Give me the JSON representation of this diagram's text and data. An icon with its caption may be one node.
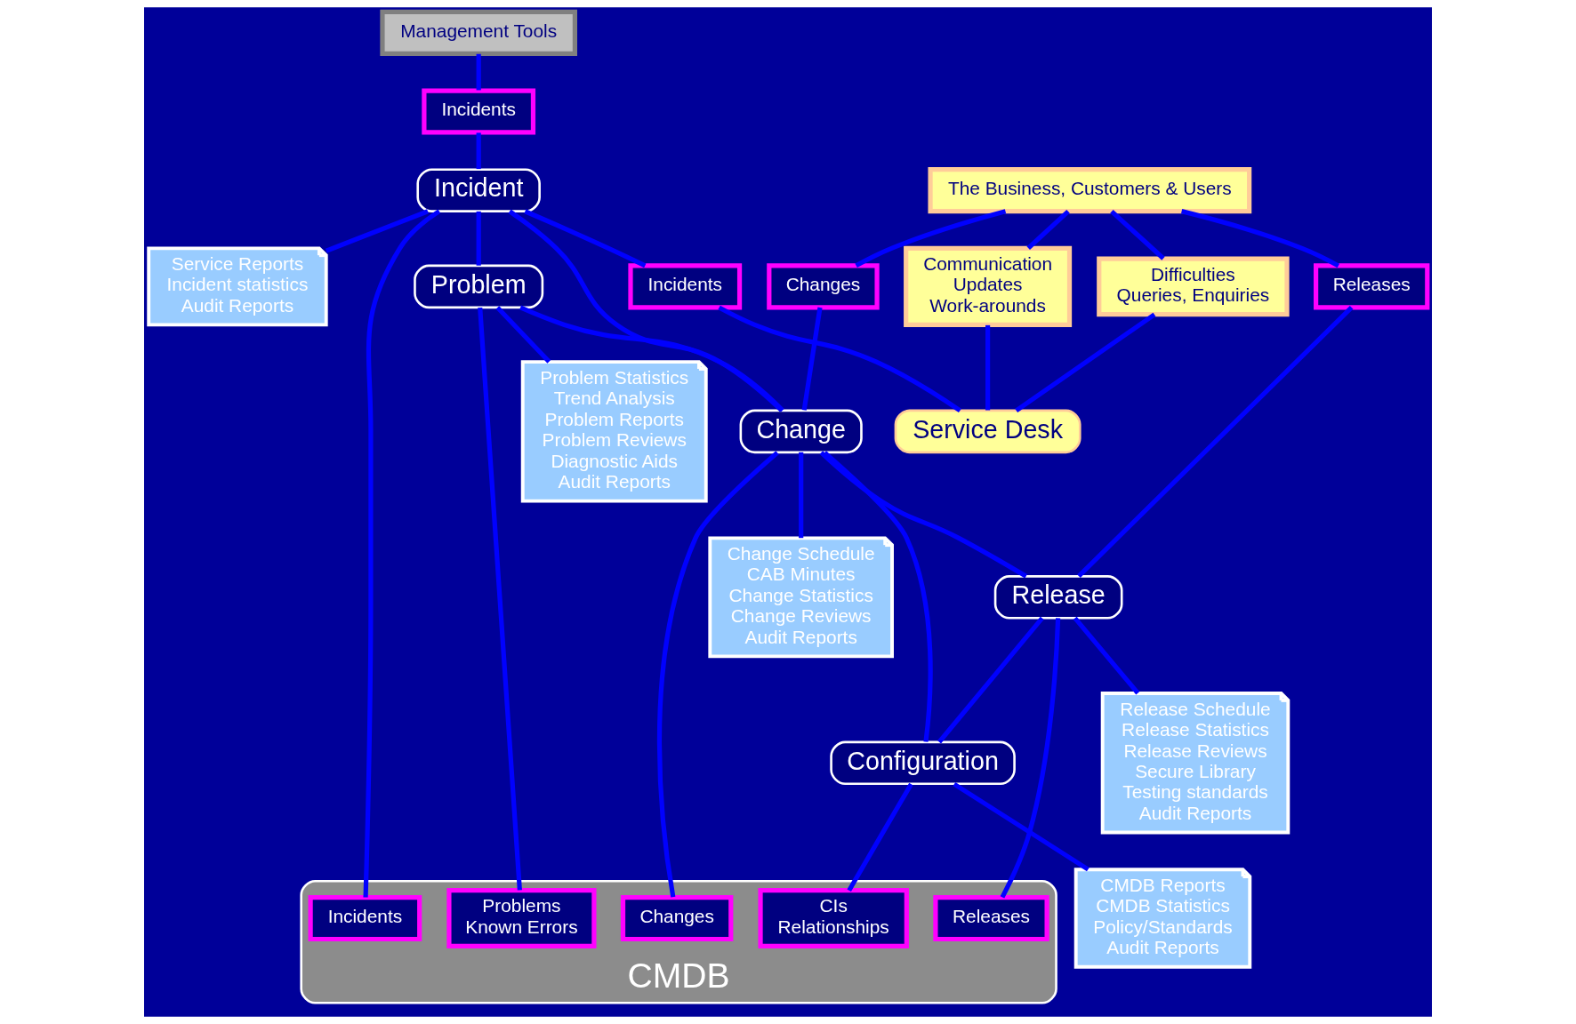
{
  "diagram": {
    "nodes": [
      {
        "text": [
          "Management Tools"
        ]
      },
      {
        "text": [
          "The Business, Customers & Users"
        ]
      },
      {
        "text": [
          "Difficulties",
          "Queries, Enquiries"
        ]
      },
      {
        "text": [
          "Communication",
          "Updates",
          "Work-arounds"
        ]
      },
      {
        "text": [
          "Incidents"
        ]
      },
      {
        "text": [
          "Incidents"
        ]
      },
      {
        "text": [
          "Incident"
        ]
      },
      {
        "text": [
          "Service Desk"
        ]
      },
      {
        "text": [
          "Changes"
        ]
      },
      {
        "text": [
          "Problem"
        ]
      },
      {
        "text": [
          "Releases"
        ]
      },
      {
        "text": [
          "Change"
        ]
      },
      {
        "text": [
          "Release"
        ]
      },
      {
        "text": [
          "Configuration"
        ]
      },
      {
        "text": [
          "Service Reports",
          "Incident statistics",
          "Audit Reports"
        ]
      },
      {
        "text": [
          "Problem Statistics",
          "Trend Analysis",
          "Problem Reports",
          "Problem Reviews",
          "Diagnostic Aids",
          "Audit Reports"
        ]
      },
      {
        "text": [
          "Change Schedule",
          "CAB Minutes",
          "Change Statistics",
          "Change Reviews",
          "Audit Reports"
        ]
      },
      {
        "text": [
          "Release Schedule",
          "Release Statistics",
          "Release Reviews",
          "Secure Library",
          "Testing standards",
          "Audit Reports"
        ]
      },
      {
        "text": [
          "CMDB Reports",
          "CMDB Statistics",
          "Policy/Standards",
          "Audit Reports"
        ]
      },
      {
        "text": [
          "CMDB"
        ]
      },
      {
        "text": [
          "Incidents"
        ],
        "in": 19
      },
      {
        "text": [
          "Problems",
          "Known Errors"
        ],
        "in": 19
      },
      {
        "text": [
          "Changes"
        ],
        "in": 19
      },
      {
        "text": [
          "Releases"
        ],
        "in": 19
      },
      {
        "text": [
          "CIs",
          "Relationships"
        ],
        "in": 19
      }
    ],
    "edges": [
      {
        "from": 0,
        "to": 4,
        "arrow": "none"
      },
      {
        "from": 4,
        "to": 6,
        "arrow": "none"
      },
      {
        "from": 6,
        "to": 5,
        "arrow": "none"
      },
      {
        "from": 5,
        "to": 7,
        "arrow": "none"
      },
      {
        "from": 1,
        "to": 2,
        "arrow": "none"
      },
      {
        "from": 2,
        "to": 7,
        "arrow": "none"
      },
      {
        "from": 1,
        "to": 3,
        "arrow": "none"
      },
      {
        "from": 3,
        "to": 7,
        "arrow": "none"
      },
      {
        "from": 1,
        "to": 8,
        "arrow": "none"
      },
      {
        "from": 8,
        "to": 11,
        "arrow": "none"
      },
      {
        "from": 1,
        "to": 10,
        "arrow": "none"
      },
      {
        "from": 10,
        "to": 12,
        "arrow": "none"
      },
      {
        "from": 6,
        "to": 14,
        "arrow": "none"
      },
      {
        "from": 6,
        "to": 9,
        "arrow": "none"
      },
      {
        "from": 6,
        "to": 11,
        "arrow": "none"
      },
      {
        "from": 6,
        "to": 20,
        "arrow": "none"
      },
      {
        "from": 9,
        "to": 15,
        "arrow": "none"
      },
      {
        "from": 9,
        "to": 11,
        "arrow": "none"
      },
      {
        "from": 9,
        "to": 21,
        "arrow": "none"
      },
      {
        "from": 11,
        "to": 16,
        "arrow": "none"
      },
      {
        "from": 11,
        "to": 12,
        "arrow": "none"
      },
      {
        "from": 11,
        "to": 22,
        "arrow": "none"
      },
      {
        "from": 11,
        "to": 13,
        "arrow": "none"
      },
      {
        "from": 12,
        "to": 17,
        "arrow": "none"
      },
      {
        "from": 12,
        "to": 13,
        "arrow": "none"
      },
      {
        "from": 12,
        "to": 23,
        "arrow": "none"
      },
      {
        "from": 13,
        "to": 18,
        "arrow": "none"
      },
      {
        "from": 13,
        "to": 24,
        "arrow": "none"
      }
    ]
  }
}
